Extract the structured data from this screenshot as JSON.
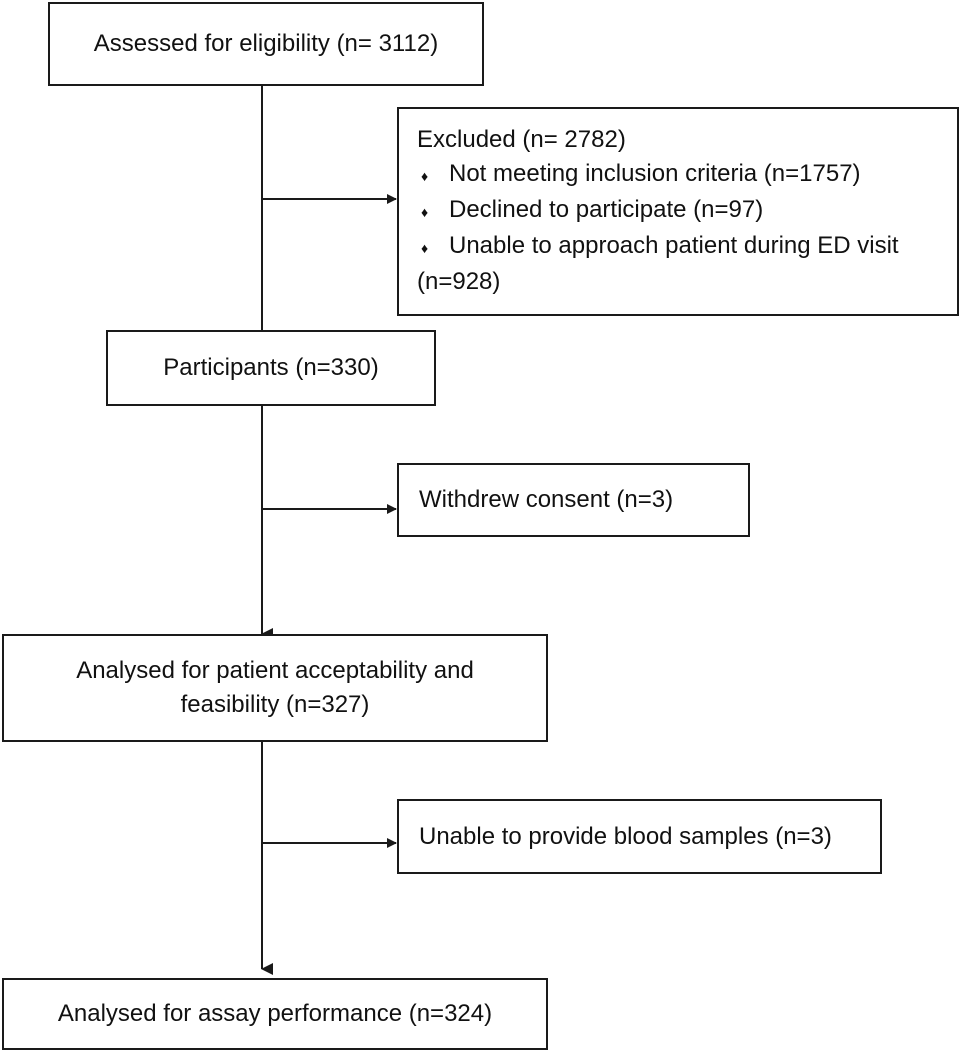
{
  "flowchart": {
    "assessed": "Assessed for eligibility (n= 3112)",
    "excluded": {
      "title": "Excluded (n= 2782)",
      "bullet_symbol": "♦",
      "items": [
        "Not meeting inclusion criteria (n=1757)",
        "Declined to participate (n=97)",
        "Unable to approach patient during ED visit"
      ],
      "continuation": "(n=928)"
    },
    "participants": "Participants (n=330)",
    "withdrew": "Withdrew consent (n=3)",
    "analysed_acceptability_line1": "Analysed for patient acceptability and",
    "analysed_acceptability_line2": "feasibility (n=327)",
    "unable_blood": "Unable to provide blood samples (n=3)",
    "analysed_assay": "Analysed for assay performance (n=324)"
  },
  "colors": {
    "line": "#1a1a1a",
    "text": "#111111",
    "background": "#ffffff"
  }
}
